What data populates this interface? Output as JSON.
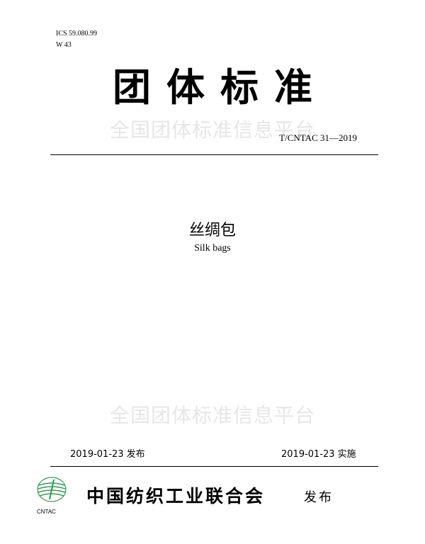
{
  "header": {
    "ics_code": "ICS 59.080.99",
    "w_code": "W 43"
  },
  "title_main": "团体标准",
  "watermark_text": "全国团体标准信息平台",
  "standard_number": "T/CNTAC 31—2019",
  "document_title_cn": "丝绸包",
  "document_title_en": "Silk bags",
  "dates": {
    "publish": "2019-01-23 发布",
    "implement": "2019-01-23 实施"
  },
  "issuer": {
    "name": "中国纺织工业联合会",
    "suffix": "发布",
    "logo_text": "CNTAC"
  },
  "colors": {
    "logo_green": "#2e9b4e"
  }
}
